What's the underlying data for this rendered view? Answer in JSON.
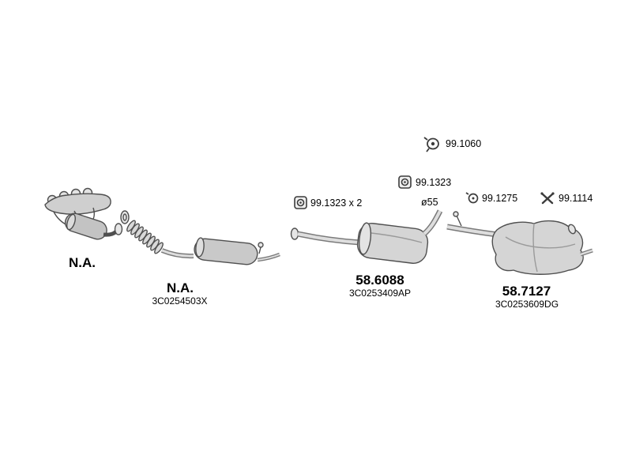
{
  "parts": {
    "manifold": {
      "code": "N.A."
    },
    "catalyst": {
      "code": "N.A.",
      "part_number": "3C0254503X"
    },
    "middle_silencer": {
      "code": "58.6088",
      "part_number": "3C0253409AP"
    },
    "rear_silencer": {
      "code": "58.7127",
      "part_number": "3C0253609DG"
    }
  },
  "annotations": {
    "clamp_top": "99.1060",
    "bracket_mid": "99.1323",
    "bracket_left": "99.1323 x 2",
    "mount_right": "99.1275",
    "hanger_right": "99.1114",
    "diameter": "ø55"
  },
  "colors": {
    "line": "#4f4f4f",
    "fill_light": "#d8d8d8",
    "fill_mid": "#c3c3c3"
  }
}
